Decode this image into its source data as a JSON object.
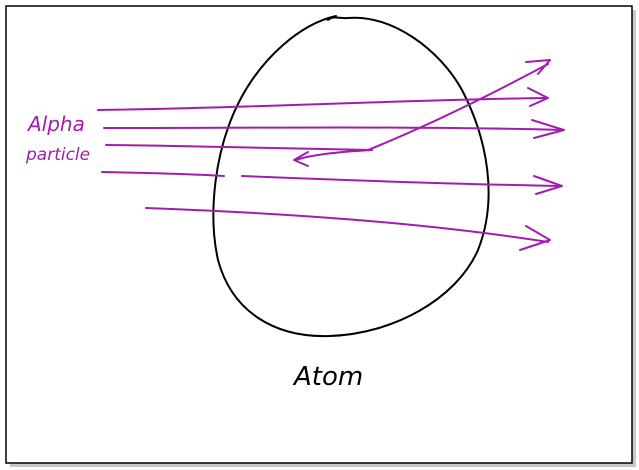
{
  "labels": {
    "alpha_line1": "Alpha",
    "alpha_line2": "particle",
    "atom": "Atom"
  },
  "colors": {
    "ink": "#000000",
    "arrow": "#a21caf",
    "background": "#ffffff"
  }
}
